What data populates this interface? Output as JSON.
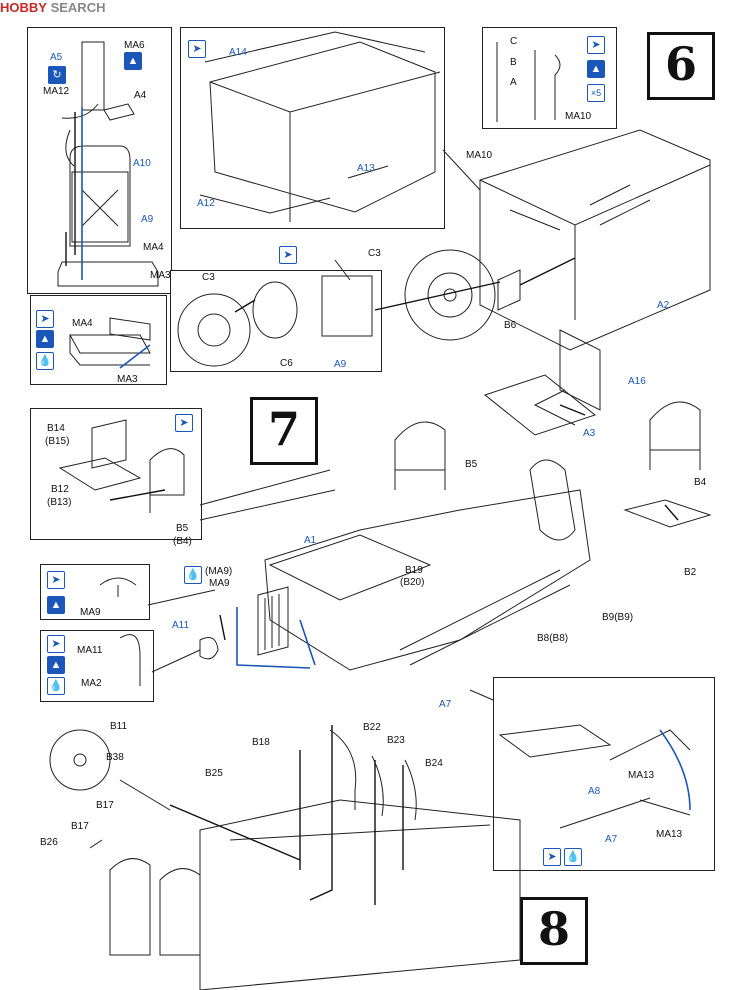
{
  "watermark": {
    "brand": "HOBBY",
    "search": "SEARCH"
  },
  "steps": {
    "six": "6",
    "seven": "7",
    "eight": "8"
  },
  "labels": {
    "a5": "A5",
    "ma6": "MA6",
    "ma12": "MA12",
    "a4": "A4",
    "a10": "A10",
    "a9": "A9",
    "ma4": "MA4",
    "ma3": "MA3",
    "a14": "A14",
    "a12": "A12",
    "a13": "A13",
    "c_label": "C",
    "b_label": "B",
    "a_label": "A",
    "ma10": "MA10",
    "ma10b": "MA10",
    "c3a": "C3",
    "c3b": "C3",
    "c6": "C6",
    "a9b": "A9",
    "b6": "B6",
    "a2": "A2",
    "a16": "A16",
    "a3": "A3",
    "b14": "B14",
    "b15": "(B15)",
    "b12": "B12",
    "b13": "(B13)",
    "b5": "B5",
    "b4": "(B4)",
    "b5b": "B5",
    "b4b": "B4",
    "a1": "A1",
    "b19": "B19",
    "b20": "(B20)",
    "b2": "B2",
    "b9": "B9(B9)",
    "b8": "B8(B8)",
    "ma9a": "(MA9)",
    "ma9b": "MA9",
    "ma9c": "MA9",
    "a11": "A11",
    "ma11": "MA11",
    "ma2": "MA2",
    "a7": "A7",
    "b11": "B11",
    "b38": "B38",
    "b18": "B18",
    "b22": "B22",
    "b23": "B23",
    "b24": "B24",
    "b25": "B25",
    "b17a": "B17",
    "b17b": "B17",
    "b26": "B26",
    "a8": "A8",
    "ma13a": "MA13",
    "ma13b": "MA13",
    "a7b": "A7",
    "x5": "×5"
  },
  "icons": {
    "glue": "glue-icon",
    "flip": "flip-icon",
    "cement": "cement-icon",
    "arrow": "arrow-up-icon",
    "paint": "paint-drop-icon"
  },
  "colors": {
    "accent": "#1a57b8",
    "line": "#222222",
    "brand": "#c62828"
  }
}
